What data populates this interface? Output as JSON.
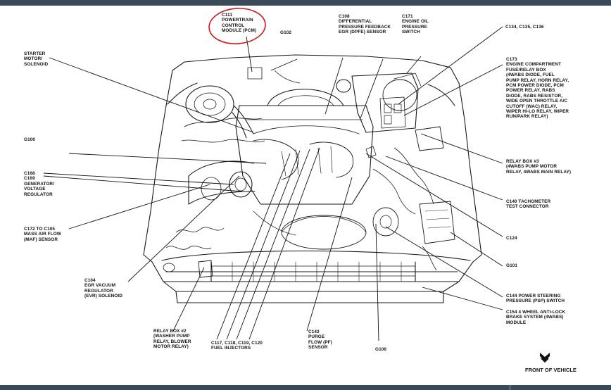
{
  "labels": {
    "c111": "C111\nPOWERTRAIN\nCONTROL\nMODULE (PCM)",
    "g102": "G102",
    "c108": "C108\nDIFFERENTIAL\nPRESSURE FEEDBACK\nEGR (DPFE) SENSOR",
    "c171": "C171\nENGINE OIL\nPRESSURE\nSWITCH",
    "c134": "C134, C135, C136",
    "starter": "STARTER\nMOTOR/\nSOLENOID",
    "c173": "C173\nENGINE COMPARTMENT\nFUSE/RELAY BOX\n(4WABS DIODE, FUEL\nPUMP RELAY, HORN RELAY,\nPCM POWER DIODE, PCM\nPOWER RELAY, RABS\nDIODE, RABS RESISTOR,\nWIDE OPEN THROTTLE A/C\nCUTOFF (WAC) RELAY,\nWIPER HI-LO RELAY, WIPER\nRUN/PARK RELAY)",
    "g100": "G100",
    "relay3": "RELAY BOX #3\n(4WABS PUMP MOTOR\nRELAY, 4WABS MAIN RELAY)",
    "c168": "C168\nC169\nGENERATOR/\nVOLTAGE\nREGULATOR",
    "c140": "C140 TACHOMETER\nTEST CONNECTOR",
    "c172": "C172 TO C105\nMASS AIR FLOW\n(MAF) SENSOR",
    "c124": "C124",
    "g101": "G101",
    "c104": "C104\nEGR VACUUM\nREGULATOR\n(EVR) SOLENOID",
    "c144": "C144 POWER STEERING\nPRESSURE (PSP) SWITCH",
    "c154": "C154 4 WHEEL ANTI-LOCK\nBRAKE SYSTEM (4WABS)\nMODULE",
    "relay2": "RELAY BOX #2\n(WASHER PUMP\nRELAY, BLOWER\nMOTOR RELAY)",
    "c117": "C117, C118, C119, C120\nFUEL INJECTORS",
    "c143": "C143\nPURGE\nFLOW (PF)\nSENSOR",
    "g106": "G106"
  },
  "front_of_vehicle": "FRONT OF VEHICLE",
  "highlight_color": "#d9141c"
}
